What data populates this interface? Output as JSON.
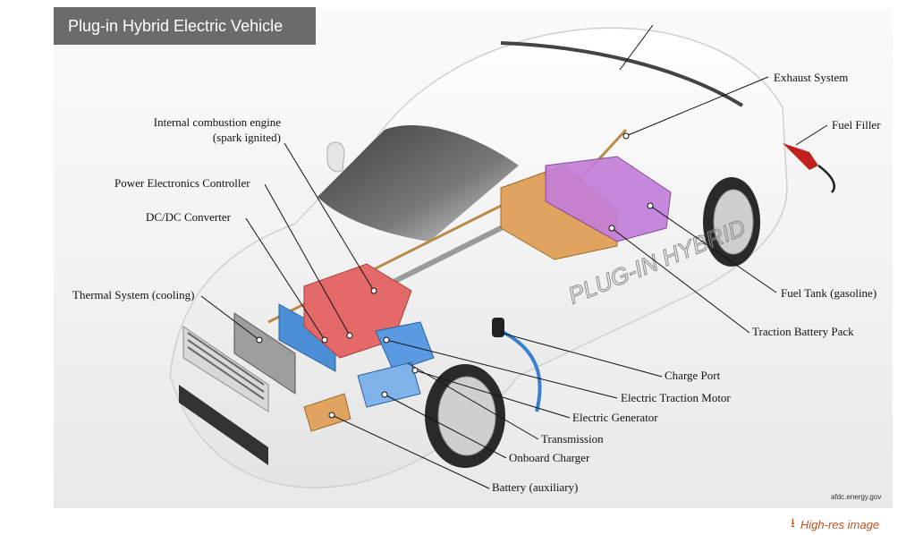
{
  "title": "Plug-in Hybrid Electric Vehicle",
  "labels": {
    "exhaust_system": "Exhaust System",
    "fuel_filler": "Fuel Filler",
    "ice_line1": "Internal combustion engine",
    "ice_line2": "(spark ignited)",
    "power_electronics": "Power Electronics Controller",
    "dcdc": "DC/DC Converter",
    "thermal": "Thermal System (cooling)",
    "fuel_tank": "Fuel Tank (gasoline)",
    "traction_battery": "Traction Battery Pack",
    "charge_port": "Charge Port",
    "traction_motor": "Electric Traction Motor",
    "generator": "Electric Generator",
    "transmission": "Transmission",
    "onboard_charger": "Onboard Charger",
    "battery_aux": "Battery (auxiliary)"
  },
  "body_text": "PLUG-IN HYBRID",
  "credit": "afdc.energy.gov",
  "hires_link": "High-res image",
  "icons": {
    "download": "download-arrow-icon"
  },
  "colors": {
    "title_bg": "#6b6b6b",
    "link": "#c0521f",
    "engine": "#e46a6a",
    "electronics": "#4d8fd6",
    "battery": "#e0a460",
    "fuel_tank": "#c37fd8"
  }
}
